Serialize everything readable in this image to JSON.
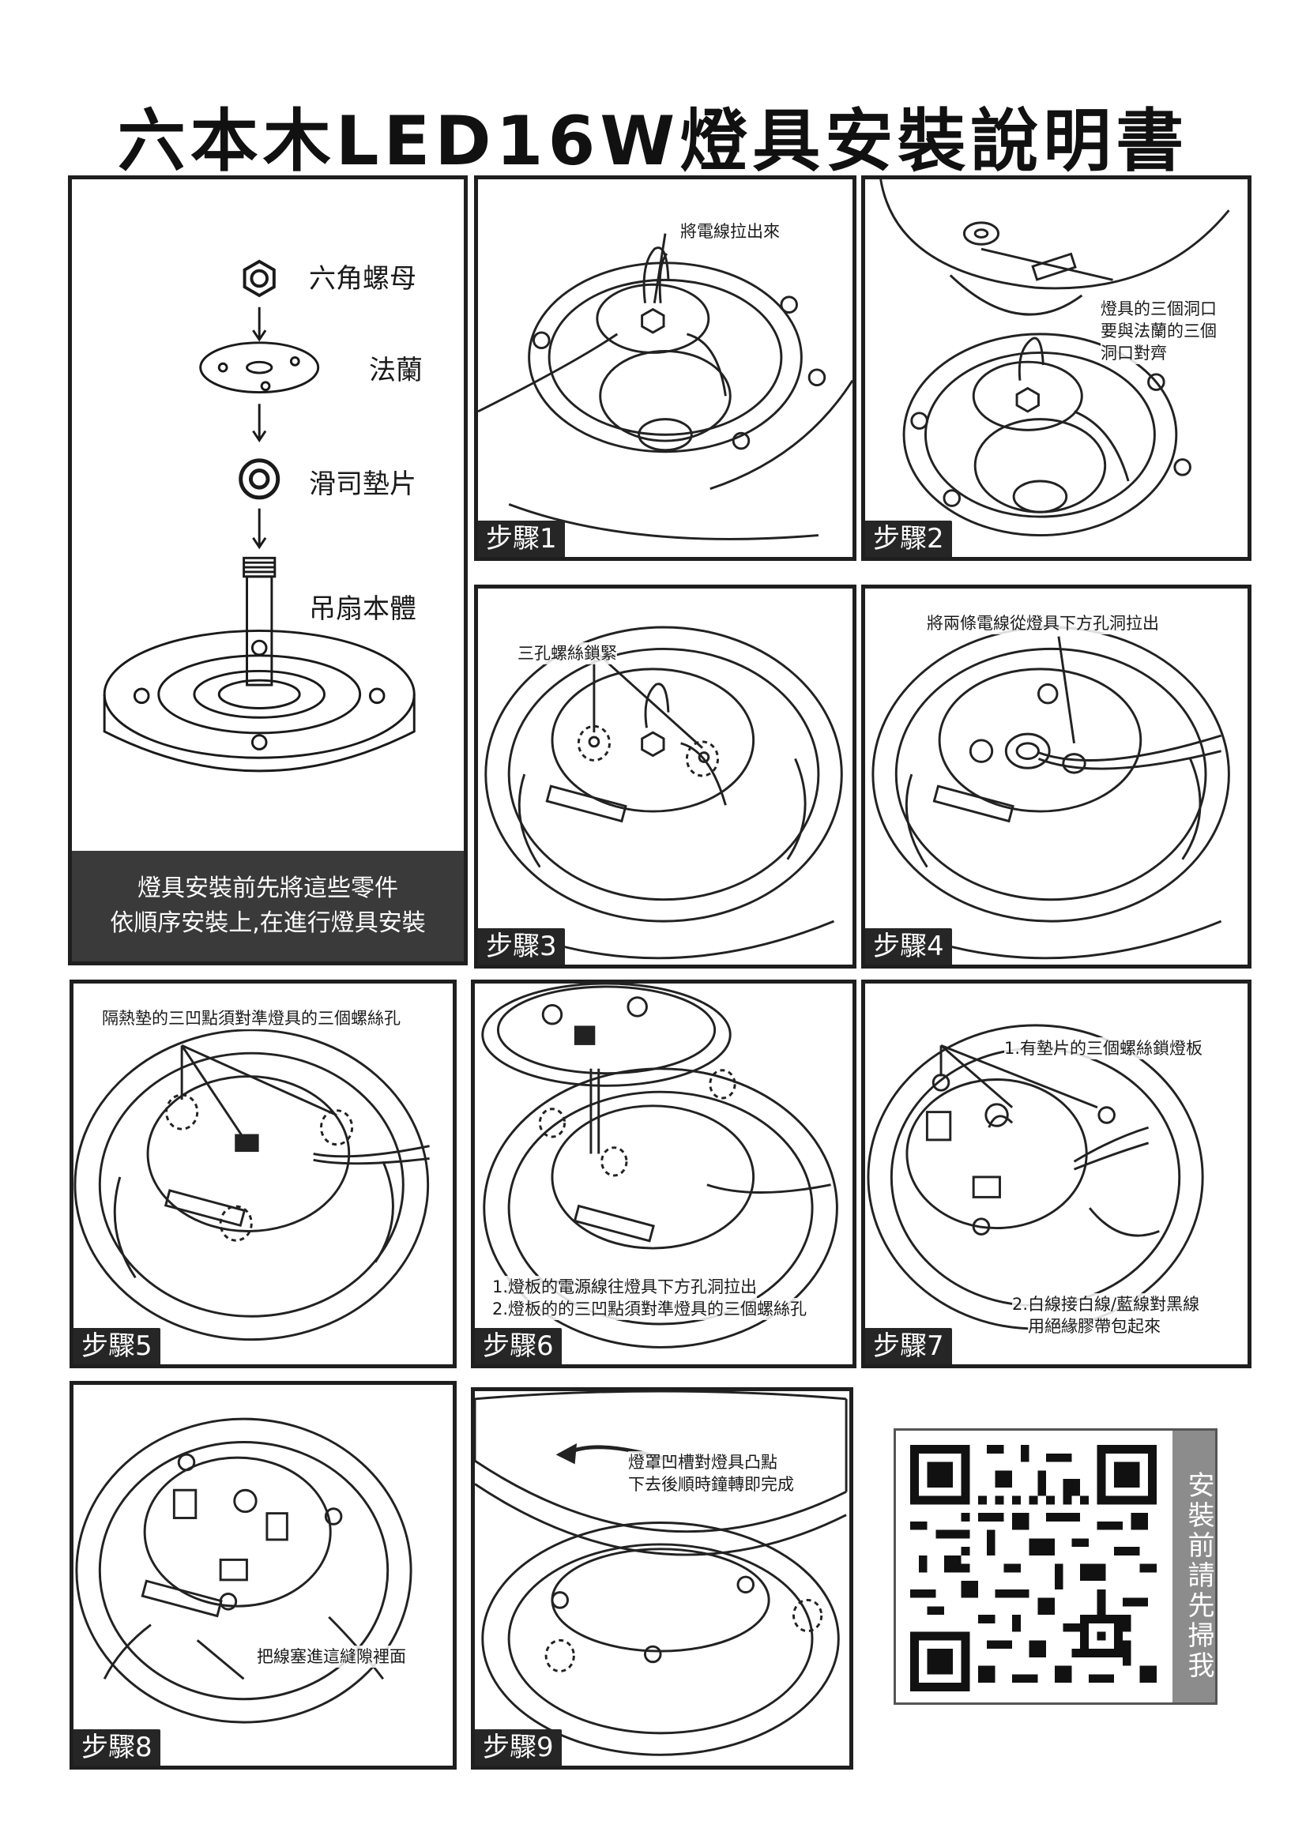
{
  "title": "六本木LED16W燈具安裝說明書",
  "parts": {
    "labels": [
      "六角螺母",
      "法蘭",
      "滑司墊片",
      "吊扇本體"
    ],
    "footer_line1": "燈具安裝前先將這些零件",
    "footer_line2": "依順序安裝上,在進行燈具安裝"
  },
  "steps": [
    {
      "badge": "步驟1",
      "notes": [
        "將電線拉出來"
      ]
    },
    {
      "badge": "步驟2",
      "notes": [
        "燈具的三個洞口",
        "要與法蘭的三個",
        "洞口對齊"
      ]
    },
    {
      "badge": "步驟3",
      "notes": [
        "三孔螺絲鎖緊"
      ]
    },
    {
      "badge": "步驟4",
      "notes": [
        "將兩條電線從燈具下方孔洞拉出"
      ]
    },
    {
      "badge": "步驟5",
      "notes": [
        "隔熱墊的三凹點須對準燈具的三個螺絲孔"
      ]
    },
    {
      "badge": "步驟6",
      "notes": [
        "1.燈板的電源線往燈具下方孔洞拉出",
        "2.燈板的的三凹點須對準燈具的三個螺絲孔"
      ]
    },
    {
      "badge": "步驟7",
      "notes": [
        "1.有墊片的三個螺絲鎖燈板",
        "2.白線接白線/藍線對黑線",
        "用絕緣膠帶包起來"
      ]
    },
    {
      "badge": "步驟8",
      "notes": [
        "把線塞進這縫隙裡面"
      ]
    },
    {
      "badge": "步驟9",
      "notes": [
        "燈罩凹槽對燈具凸點",
        "下去後順時鐘轉即完成"
      ]
    }
  ],
  "qr": {
    "side_text": "安裝前請先掃我"
  }
}
